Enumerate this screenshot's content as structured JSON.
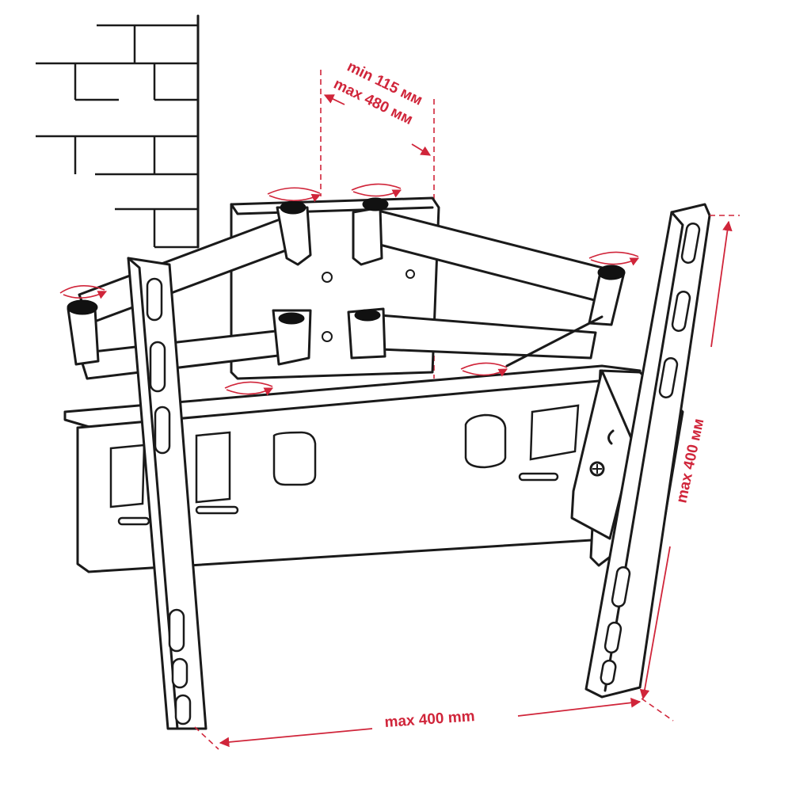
{
  "diagram": {
    "accent_color": "#d0253a",
    "line_color": "#1a1a1a",
    "labels": {
      "depth_min": "min 115 мм",
      "depth_max": "max 480 мм",
      "vertical_max": "max 400 мм",
      "horizontal_max": "max 400 mm"
    },
    "icons": {
      "rotation": "rotation-arrow-icon"
    }
  }
}
